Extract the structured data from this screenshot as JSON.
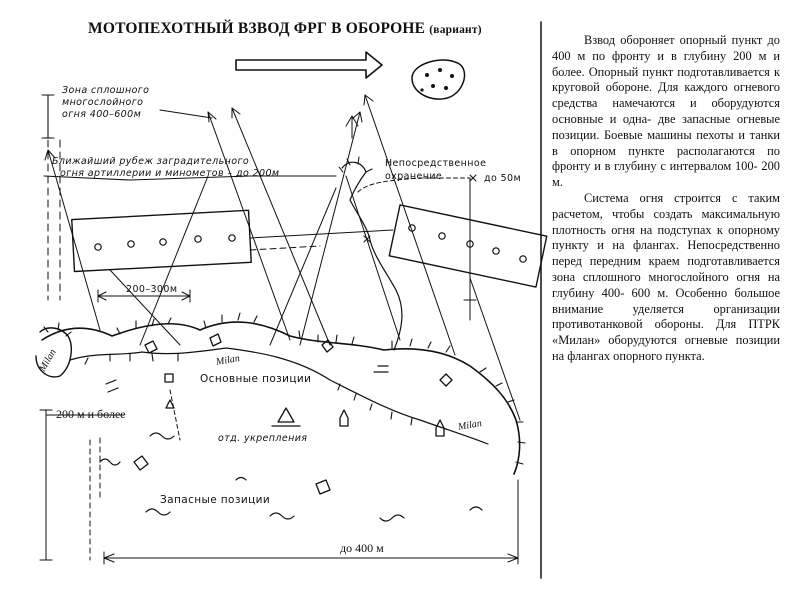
{
  "title": {
    "main": "МОТОПЕХОТНЫЙ ВЗВОД ФРГ В ОБОРОНЕ",
    "variant": "(вариант)"
  },
  "labels": {
    "fire_zone": [
      "Зона сплошного",
      "многослойного",
      "огня 400–600м"
    ],
    "barrier_fire": [
      "Ближайший рубеж заградительного",
      "огня артиллерии и минометов – до 200м"
    ],
    "close_guard": [
      "Непосредственное",
      "охранение"
    ],
    "close_guard_dist": "до 50м",
    "dist_200_300": "200–300м",
    "main_positions": "Основные позиции",
    "squad_shelters": "отд. укрепления",
    "reserve_positions": "Запасные позиции",
    "depth": "200 м и более",
    "front": "до 400 м",
    "milan": "Milan"
  },
  "description": [
    "Взвод обороняет опорный пункт до 400 м по фронту и в глубину 200 м и более. Опорный пункт подготавливается к круговой обороне. Для каждого огневого средства намечаются и оборудуются основные и одна- две запасные огневые позиции. Боевые машины пехоты и танки в опорном пункте располагаются по фронту и в глубину с интервалом 100- 200 м.",
    "Система огня строится с таким расчетом, чтобы создать максимальную плотность огня на подступах к опорному пункту и на флангах. Непосредственно перед передним краем подготавливается зона сплошного многослойного огня на глубину 400- 600 м. Особенно большое внимание уделяется организации противотанковой обороны. Для ПТРК «Милан» оборудуются огневые позиции на флангах опорного пункта."
  ]
}
